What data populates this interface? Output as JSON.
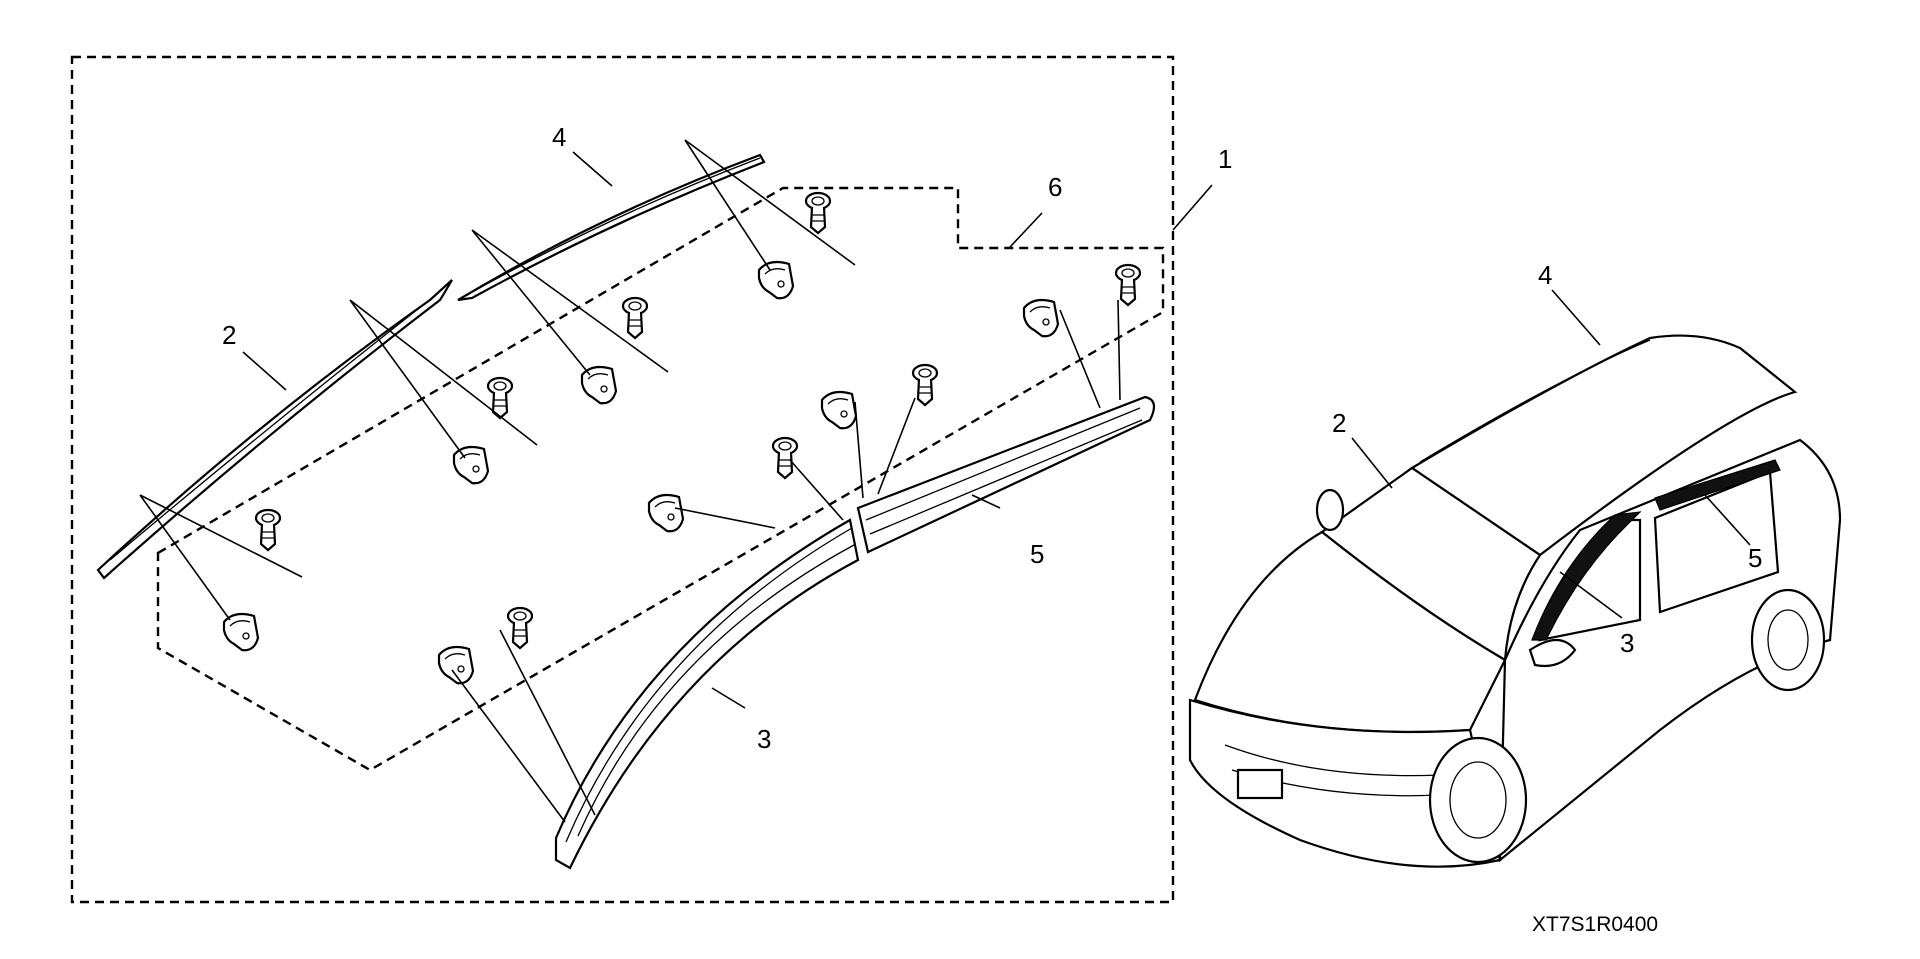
{
  "callouts": {
    "c1": "1",
    "c2": "2",
    "c3": "3",
    "c4": "4",
    "c5": "5",
    "c6": "6",
    "car_c2": "2",
    "car_c3": "3",
    "car_c4": "4",
    "car_c5": "5"
  },
  "reference_code": "XT7S1R0400",
  "icons": {
    "clip": "mounting-clip-icon",
    "fastener": "push-fastener-icon",
    "vehicle": "suv-line-drawing"
  }
}
